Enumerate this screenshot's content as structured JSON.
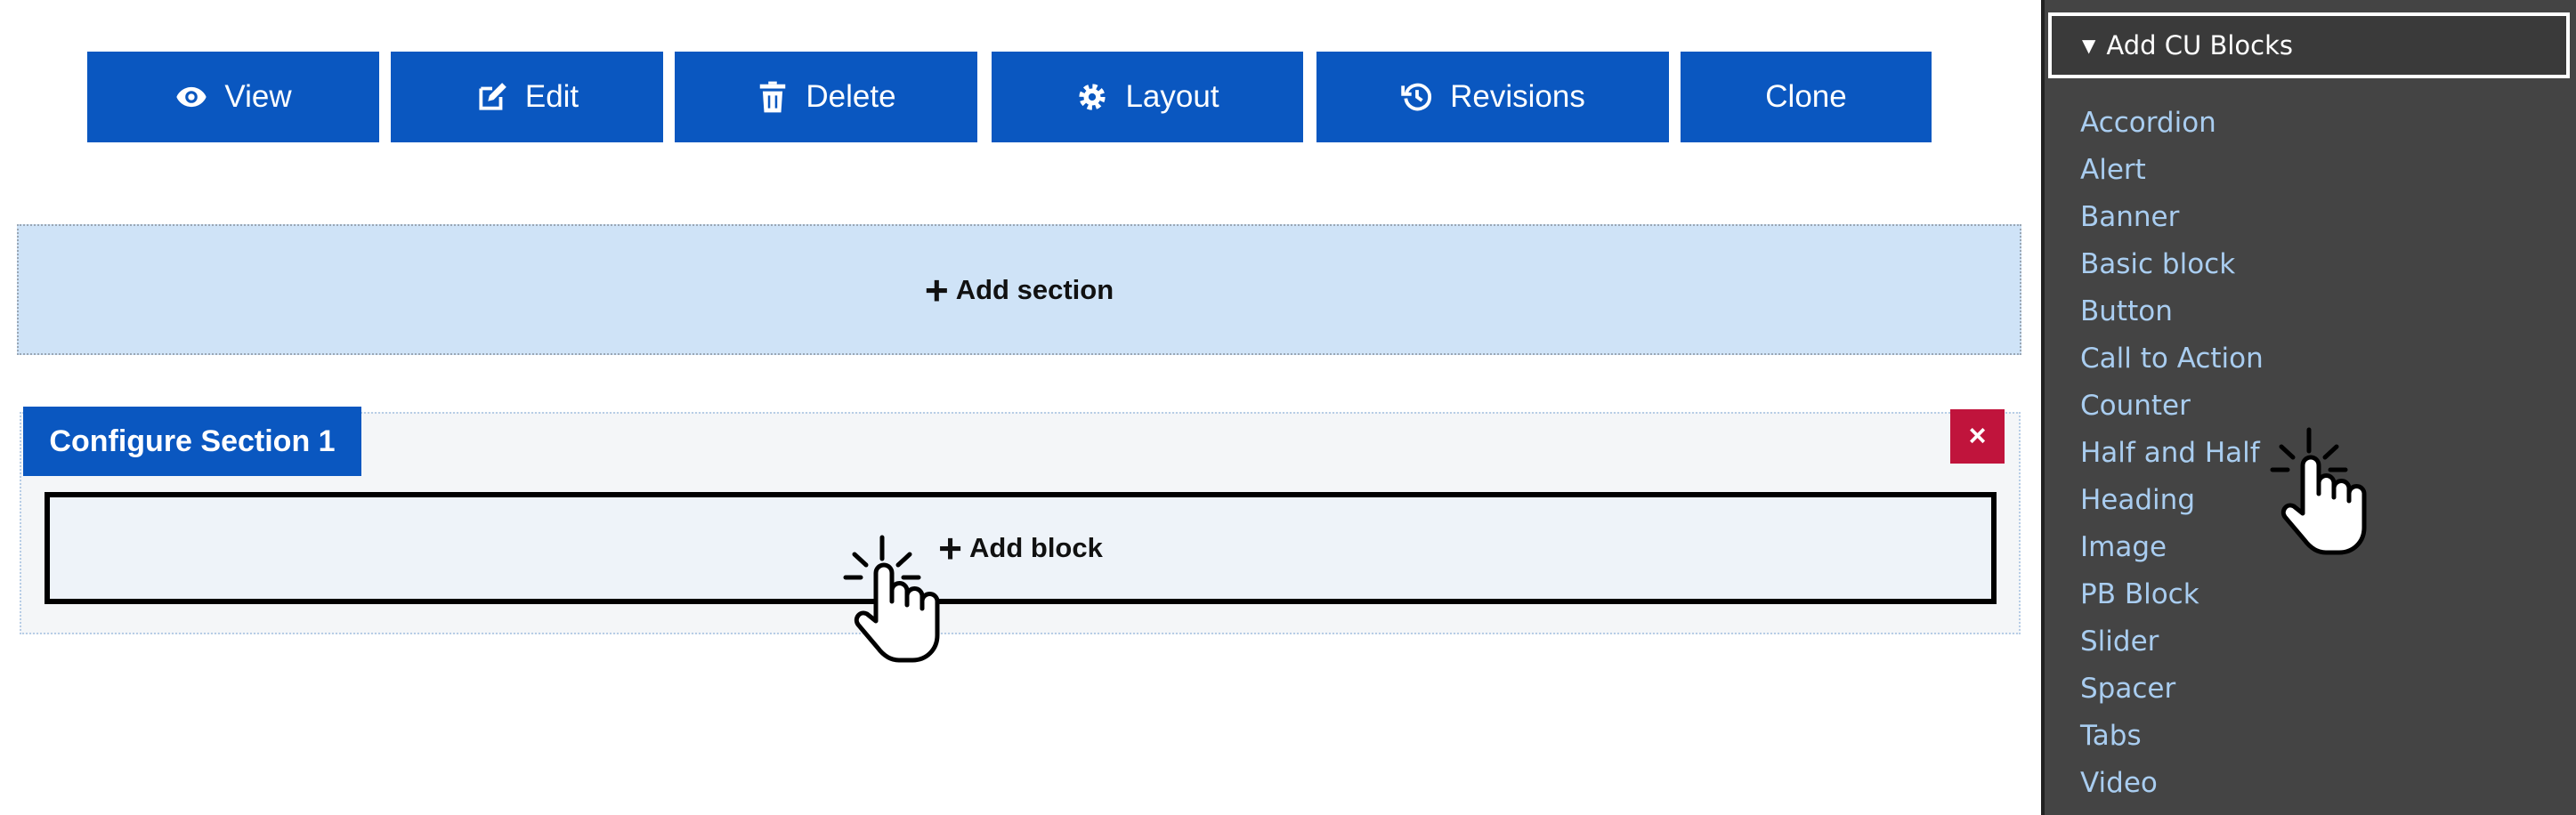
{
  "toolbar": {
    "buttons": [
      {
        "id": "view",
        "label": "View",
        "icon": "eye-icon"
      },
      {
        "id": "edit",
        "label": "Edit",
        "icon": "pencil-square-icon"
      },
      {
        "id": "delete",
        "label": "Delete",
        "icon": "trash-icon"
      },
      {
        "id": "layout",
        "label": "Layout",
        "icon": "gear-icon"
      },
      {
        "id": "revisions",
        "label": "Revisions",
        "icon": "history-icon"
      },
      {
        "id": "clone",
        "label": "Clone",
        "icon": ""
      }
    ]
  },
  "builder": {
    "add_section_label": "Add section",
    "configure_section_label": "Configure Section 1",
    "remove_label": "×",
    "add_block_label": "Add block"
  },
  "sidebar": {
    "header": "Add CU Blocks",
    "items": [
      "Accordion",
      "Alert",
      "Banner",
      "Basic block",
      "Button",
      "Call to Action",
      "Counter",
      "Half and Half",
      "Heading",
      "Image",
      "PB Block",
      "Slider",
      "Spacer",
      "Tabs",
      "Video"
    ]
  },
  "colors": {
    "primary": "#0a57c0",
    "danger": "#c0143c",
    "section_bg": "#cfe3f7",
    "sidebar_bg": "#444444",
    "sidebar_link": "#a9cdf0"
  }
}
